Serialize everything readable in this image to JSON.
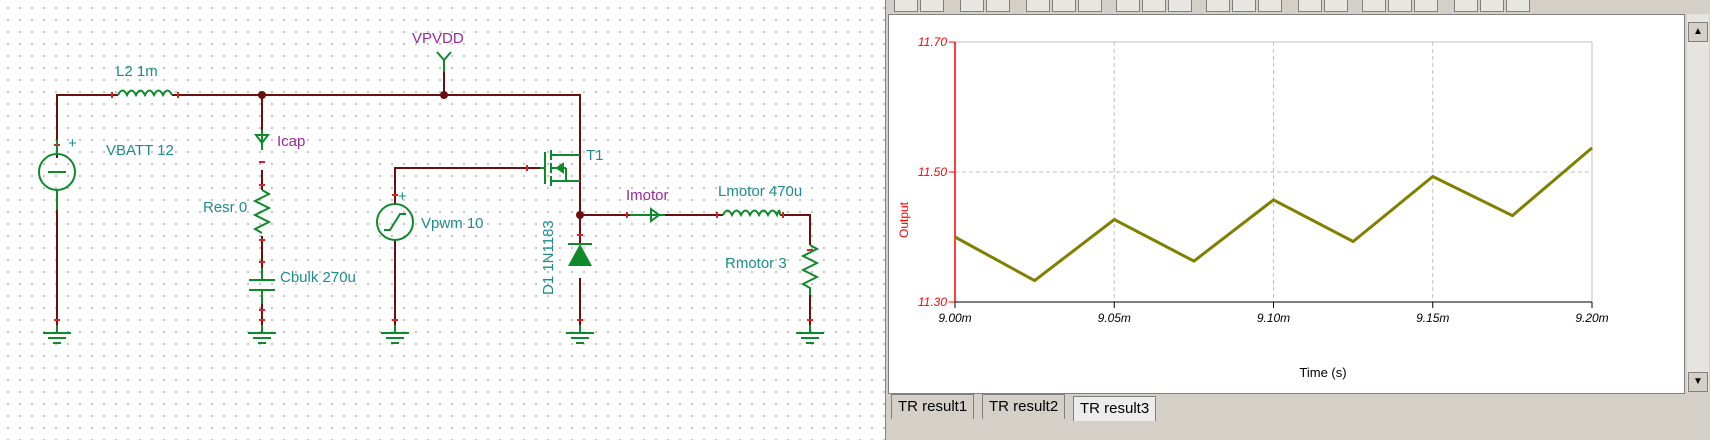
{
  "schematic": {
    "labels": {
      "l2": "L2 1m",
      "vbatt": "VBATT 12",
      "vpvdd": "VPVDD",
      "icap": "Icap",
      "resr": "Resr 0",
      "cbulk": "Cbulk 270u",
      "vpwm": "Vpwm 10",
      "t1": "T1",
      "d1": "D1 1N1183",
      "imotor": "Imotor",
      "lmotor": "Lmotor 470u",
      "rmotor": "Rmotor 3",
      "plus": "+"
    }
  },
  "diagram": {
    "yaxis_label": "Output",
    "xaxis_label": "Time (s)",
    "y_ticks": [
      "11.70",
      "11.50",
      "11.30"
    ],
    "x_ticks": [
      "9.00m",
      "9.05m",
      "9.10m",
      "9.15m",
      "9.20m"
    ],
    "tabs": [
      {
        "label": "TR result1"
      },
      {
        "label": "TR result2"
      },
      {
        "label": "TR result3"
      }
    ],
    "colors": {
      "trace": "#808000",
      "axis": "#ff0000",
      "grid": "#c0c0c0"
    }
  },
  "chart_data": {
    "type": "line",
    "title": "",
    "xlabel": "Time (s)",
    "ylabel": "Output",
    "xlim": [
      0.009,
      0.0092
    ],
    "ylim": [
      11.3,
      11.7
    ],
    "grid": true,
    "series": [
      {
        "values_xy": [
          [
            0.009,
            11.4
          ],
          [
            0.009025,
            11.333
          ],
          [
            0.00905,
            11.427
          ],
          [
            0.009075,
            11.363
          ],
          [
            0.0091,
            11.457
          ],
          [
            0.009125,
            11.393
          ],
          [
            0.00915,
            11.493
          ],
          [
            0.009175,
            11.433
          ],
          [
            0.0092,
            11.537
          ]
        ]
      }
    ]
  }
}
